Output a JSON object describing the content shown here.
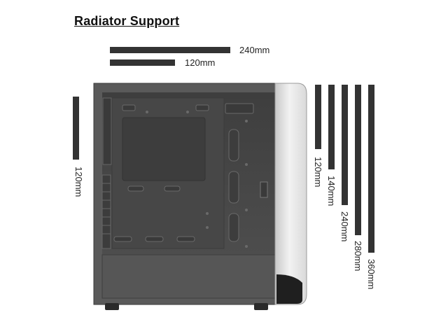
{
  "title": "Radiator Support",
  "top_sizes": [
    {
      "label": "240mm"
    },
    {
      "label": "120mm"
    }
  ],
  "left_size": {
    "label": "120mm"
  },
  "right_sizes": [
    {
      "label": "120mm"
    },
    {
      "label": "140mm"
    },
    {
      "label": "240mm"
    },
    {
      "label": "280mm"
    },
    {
      "label": "360mm"
    }
  ],
  "colors": {
    "bar": "#333333",
    "case_frame": "#5a5a5a",
    "case_interior": "#4a4a4a",
    "front_panel": "#e6e6e6"
  }
}
